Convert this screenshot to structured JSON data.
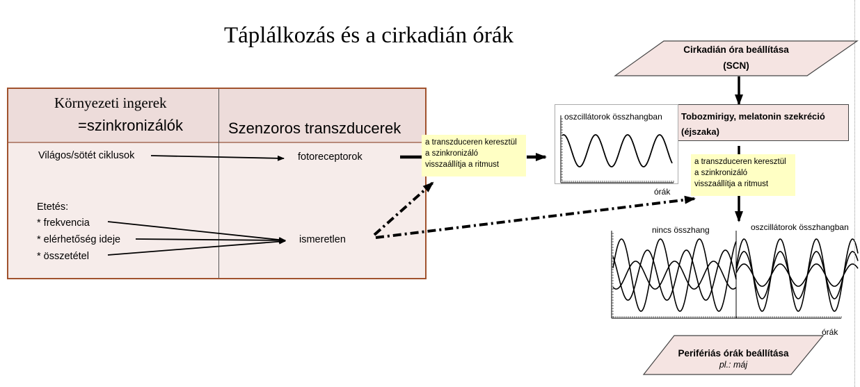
{
  "title": "Táplálkozás és a cirkadián órák",
  "table": {
    "col1_header_line1": "Környezeti ingerek",
    "col1_header_line2": "=szinkronizálók",
    "col2_header": "Szenzoros transzducerek",
    "row1_left": "Világos/sötét ciklusok",
    "row1_right": "fotoreceptorok",
    "row2_left_title": "Etetés:",
    "row2_left_items": [
      "* frekvencia",
      "* elérhetőség ideje",
      "* összetétel"
    ],
    "row2_right": "ismeretlen"
  },
  "note_left": [
    "a transzduceren keresztül",
    "a szinkronizáló",
    "visszaállítja a ritmust"
  ],
  "note_right": [
    "a transzduceren keresztül",
    "a szinkronizáló",
    "visszaállítja a ritmust"
  ],
  "scn_box": {
    "line1": "Cirkadián óra beállítása",
    "line2": "(SCN)"
  },
  "pineal_box": {
    "line1": "Tobozmirigy, melatonin szekréció",
    "line2": "(éjszaka)"
  },
  "peripheral_box": {
    "line1": "Perifériás órák beállítása",
    "line2": "pl.: máj"
  },
  "graph_small": {
    "label": "oszcillátorok összhangban",
    "xlabel": "órák"
  },
  "graph_large": {
    "label_left": "nincs összhang",
    "label_right": "oszcillátorok összhangban",
    "xlabel": "órák"
  },
  "colors": {
    "table_border": "#a0522d",
    "table_fill": "#f6ecea",
    "header_fill": "#eddcda",
    "note_fill": "#ffffc4",
    "box_fill": "#f5e4e2"
  }
}
